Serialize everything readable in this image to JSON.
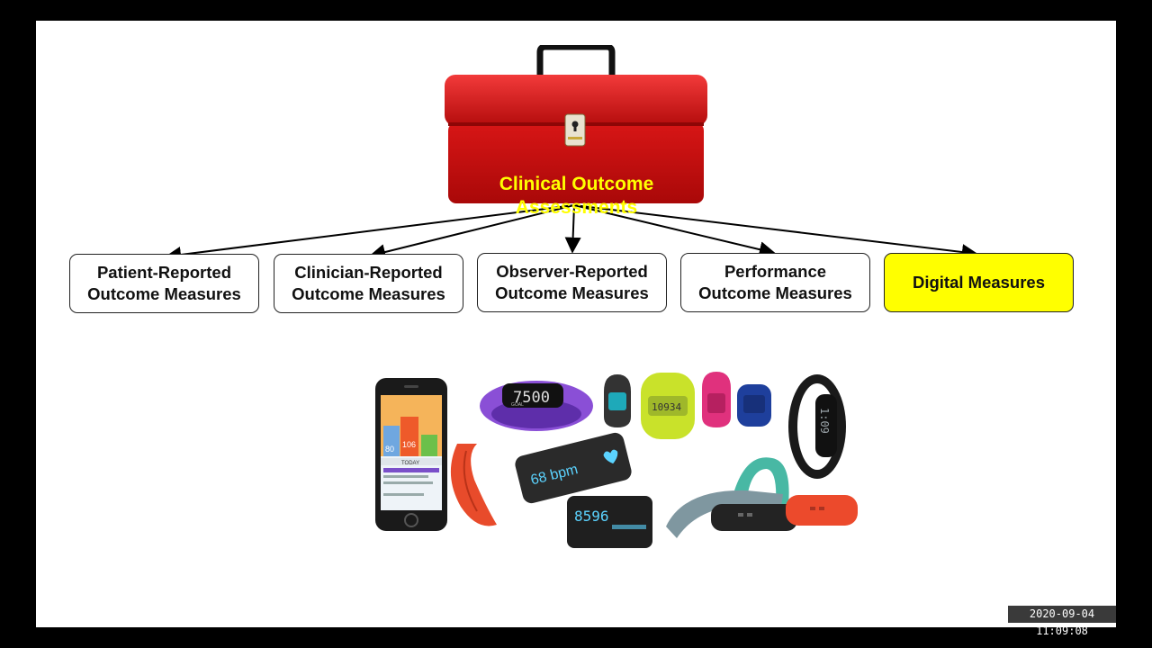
{
  "root": {
    "label_line1": "Clinical Outcome",
    "label_line2": "Assessments"
  },
  "children": [
    {
      "label": "Patient-Reported\nOutcome Measures",
      "highlighted": false
    },
    {
      "label": "Clinician-Reported\nOutcome Measures",
      "highlighted": false
    },
    {
      "label": "Observer-Reported\nOutcome Measures",
      "highlighted": false
    },
    {
      "label": "Performance\nOutcome Measures",
      "highlighted": false
    },
    {
      "label": "Digital Measures",
      "highlighted": true
    }
  ],
  "devices": {
    "phone": {
      "app_tile_1": "80",
      "app_tile_2": "106",
      "today_label": "TODAY"
    },
    "purple_band_reading": "7500",
    "purple_band_goal": "GOAL",
    "heart_rate_reading": "68 bpm",
    "step_tracker_reading": "8596",
    "clip_reading": "10934",
    "black_band_reading": "1:09"
  },
  "colors": {
    "toolbox_red": "#d01010",
    "highlight_yellow": "#ffff00",
    "label_yellow": "#ffff00"
  },
  "timestamp": "2020-09-04  11:09:08"
}
